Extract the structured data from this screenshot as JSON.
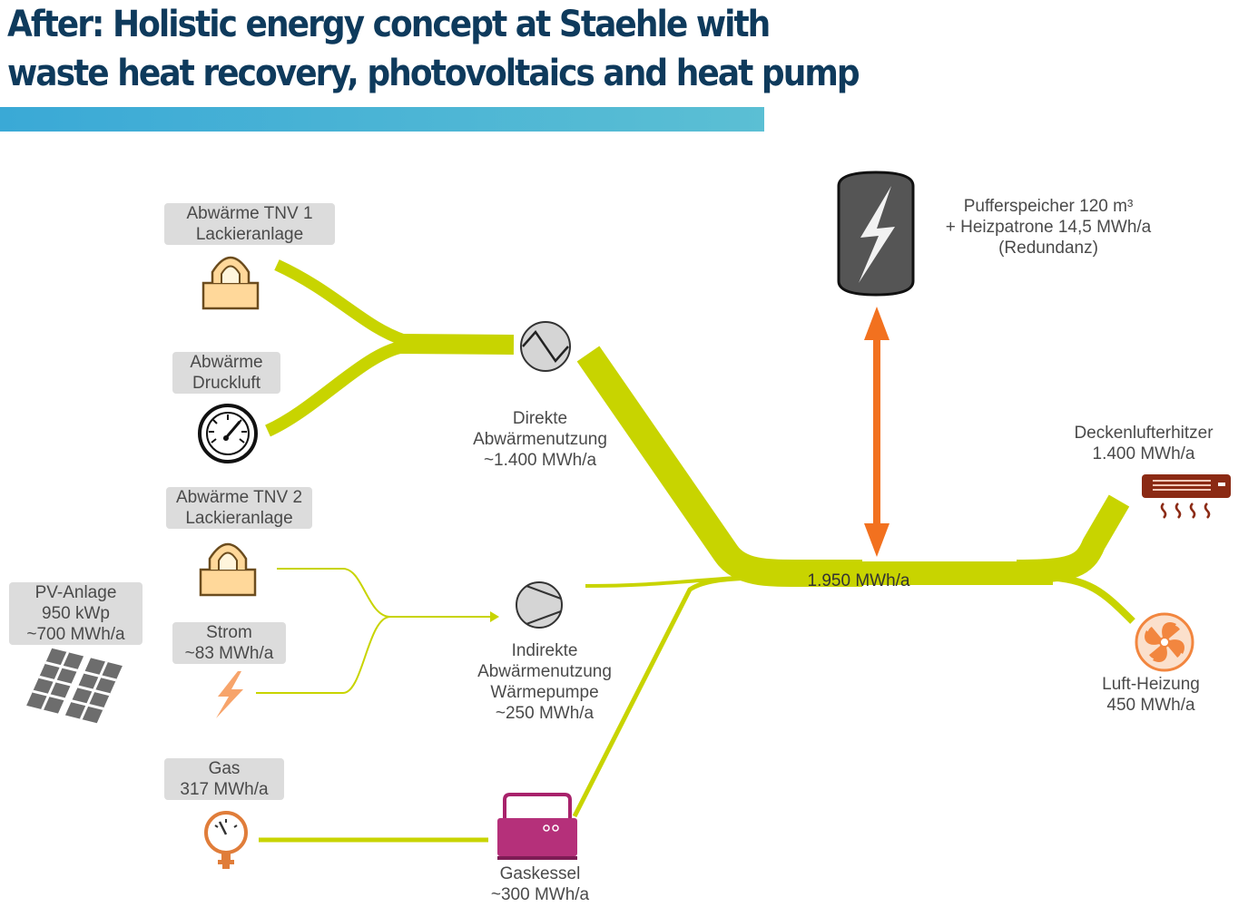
{
  "title": {
    "line1": "After: Holistic energy concept at Staehle with",
    "line2": "waste heat recovery, photovoltaics and heat pump"
  },
  "sources": {
    "tnv1": {
      "line1": "Abwärme TNV 1",
      "line2": "Lackieranlage"
    },
    "druckluft": {
      "line1": "Abwärme",
      "line2": "Druckluft"
    },
    "tnv2": {
      "line1": "Abwärme TNV 2",
      "line2": "Lackieranlage"
    },
    "pv": {
      "line1": "PV-Anlage",
      "line2": "950 kWp",
      "line3": "~700 MWh/a"
    },
    "strom": {
      "line1": "Strom",
      "line2": "~83 MWh/a"
    },
    "gas": {
      "line1": "Gas",
      "line2": "317 MWh/a"
    }
  },
  "converters": {
    "direkt": {
      "line1": "Direkte",
      "line2": "Abwärmenutzung",
      "line3": "~1.400 MWh/a"
    },
    "indirekt": {
      "line1": "Indirekte",
      "line2": "Abwärmenutzung",
      "line3": "Wärmepumpe",
      "line4": "~250 MWh/a"
    },
    "gaskessel": {
      "line1": "Gaskessel",
      "line2": "~300 MWh/a"
    }
  },
  "storage": {
    "line1": "Pufferspeicher 120 m³",
    "line2": "+ Heizpatrone 14,5 MWh/a",
    "line3": "(Redundanz)"
  },
  "main_flow": {
    "label": "1.950 MWh/a"
  },
  "consumers": {
    "decken": {
      "line1": "Deckenlufterhitzer",
      "line2": "1.400 MWh/a"
    },
    "luft": {
      "line1": "Luft-Heizung",
      "line2": "450 MWh/a"
    }
  },
  "colors": {
    "flow": "#c8d400",
    "arrow": "#f2711f",
    "title": "#0e3a5c",
    "bar": "#4bb4d6"
  }
}
